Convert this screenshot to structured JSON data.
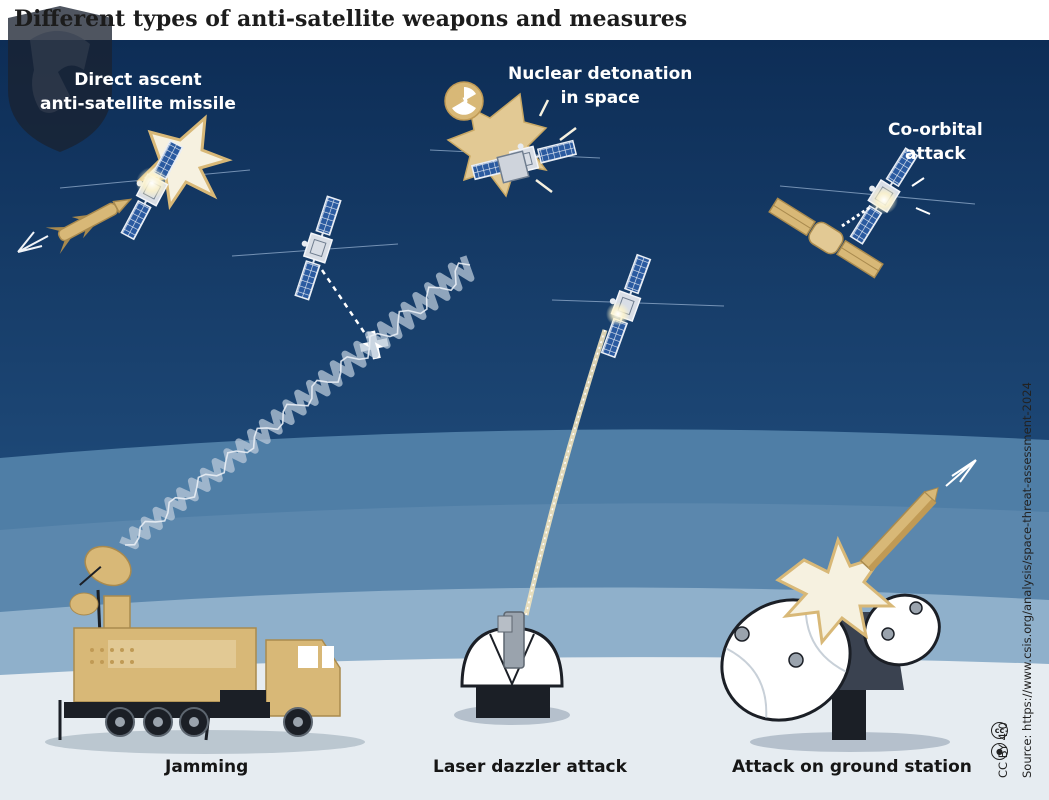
{
  "title": "Different types of anti-satellite weapons and measures",
  "labels": {
    "direct_ascent": [
      "Direct ascent",
      "anti-satellite missile"
    ],
    "nuclear": [
      "Nuclear detonation",
      "in space"
    ],
    "co_orbital": [
      "Co-orbital",
      "attack"
    ]
  },
  "bottom_labels": {
    "jamming": "Jamming",
    "laser": "Laser dazzler attack",
    "ground": "Attack on ground station"
  },
  "source": "Source: https://www.csis.org/analysis/space-threat-assessment-2024",
  "license": "CC BY 4.0",
  "icons": [
    "radiation-icon",
    "creative-commons-icon",
    "attribution-icon",
    "logo-watermark"
  ],
  "colors": {
    "sky_top": "#0d2d56",
    "sky_bottom": "#2a5d90",
    "band_mid": "#5b87ad",
    "band_light": "#8fb0cb",
    "ground": "#e6ecf1",
    "accent_gold": "#d8b877",
    "accent_gold_dark": "#a98a4e",
    "text_dark": "#161616"
  }
}
